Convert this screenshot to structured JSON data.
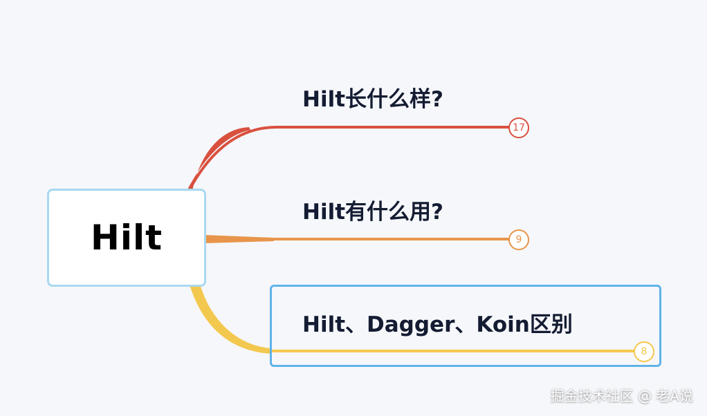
{
  "mindmap": {
    "root": {
      "label": "Hilt"
    },
    "branches": [
      {
        "label": "Hilt长什么样?",
        "count": "17",
        "color": "#d9503f"
      },
      {
        "label": "Hilt有什么用?",
        "count": "9",
        "color": "#e8954b"
      },
      {
        "label": "Hilt、Dagger、Koin区别",
        "count": "8",
        "color": "#f3c84e",
        "selected": true
      }
    ]
  },
  "theme": {
    "background": "#f6f7fa",
    "root_border": "#a8d8f0",
    "selection_border": "#5fb3e8",
    "text": "#141c33"
  },
  "watermark": {
    "text": "掘金技术社区 @ 老A说"
  }
}
